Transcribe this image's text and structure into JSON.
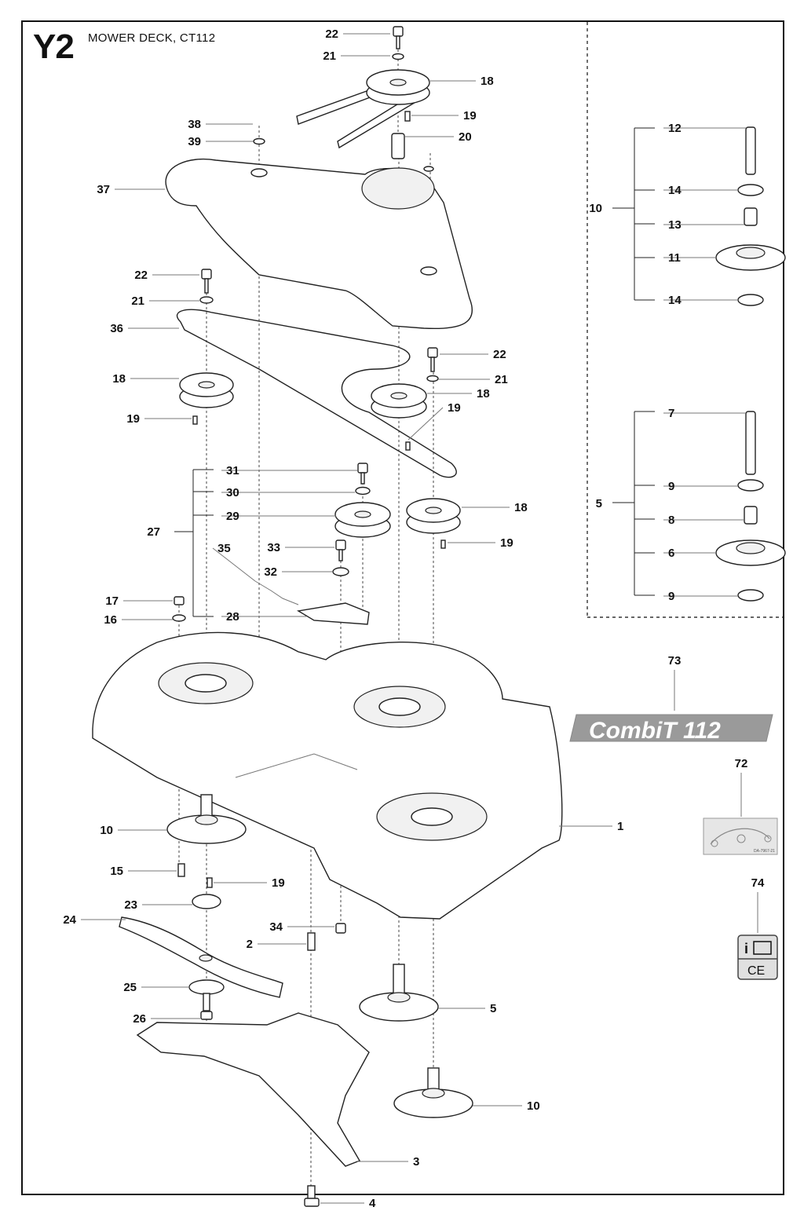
{
  "header": {
    "page_code": "Y2",
    "title": "MOWER DECK, CT112"
  },
  "badge": {
    "text": "CombiT 112"
  },
  "decal": {
    "code": "DA-7967-21"
  },
  "manual_icon": {
    "info_mark": "i",
    "ce_mark": "CE"
  },
  "callouts": [
    {
      "id": "c22a",
      "label": "22"
    },
    {
      "id": "c21a",
      "label": "21"
    },
    {
      "id": "c18a",
      "label": "18"
    },
    {
      "id": "c19a",
      "label": "19"
    },
    {
      "id": "c20",
      "label": "20"
    },
    {
      "id": "c38",
      "label": "38"
    },
    {
      "id": "c39",
      "label": "39"
    },
    {
      "id": "c37",
      "label": "37"
    },
    {
      "id": "c22b",
      "label": "22"
    },
    {
      "id": "c21b",
      "label": "21"
    },
    {
      "id": "c36",
      "label": "36"
    },
    {
      "id": "c22c",
      "label": "22"
    },
    {
      "id": "c21c",
      "label": "21"
    },
    {
      "id": "c18b",
      "label": "18"
    },
    {
      "id": "c18c",
      "label": "18"
    },
    {
      "id": "c19b",
      "label": "19"
    },
    {
      "id": "c19c",
      "label": "19"
    },
    {
      "id": "c31",
      "label": "31"
    },
    {
      "id": "c30",
      "label": "30"
    },
    {
      "id": "c29",
      "label": "29"
    },
    {
      "id": "c27",
      "label": "27"
    },
    {
      "id": "c18d",
      "label": "18"
    },
    {
      "id": "c19d",
      "label": "19"
    },
    {
      "id": "c33",
      "label": "33"
    },
    {
      "id": "c35",
      "label": "35"
    },
    {
      "id": "c32",
      "label": "32"
    },
    {
      "id": "c17",
      "label": "17"
    },
    {
      "id": "c16",
      "label": "16"
    },
    {
      "id": "c28",
      "label": "28"
    },
    {
      "id": "c12",
      "label": "12"
    },
    {
      "id": "c10a",
      "label": "10"
    },
    {
      "id": "c14a",
      "label": "14"
    },
    {
      "id": "c13",
      "label": "13"
    },
    {
      "id": "c11",
      "label": "11"
    },
    {
      "id": "c14b",
      "label": "14"
    },
    {
      "id": "c7",
      "label": "7"
    },
    {
      "id": "c5a",
      "label": "5"
    },
    {
      "id": "c9a",
      "label": "9"
    },
    {
      "id": "c8",
      "label": "8"
    },
    {
      "id": "c6",
      "label": "6"
    },
    {
      "id": "c9b",
      "label": "9"
    },
    {
      "id": "c73",
      "label": "73"
    },
    {
      "id": "c72",
      "label": "72"
    },
    {
      "id": "c74",
      "label": "74"
    },
    {
      "id": "c1",
      "label": "1"
    },
    {
      "id": "c10b",
      "label": "10"
    },
    {
      "id": "c15",
      "label": "15"
    },
    {
      "id": "c19e",
      "label": "19"
    },
    {
      "id": "c23",
      "label": "23"
    },
    {
      "id": "c24",
      "label": "24"
    },
    {
      "id": "c34",
      "label": "34"
    },
    {
      "id": "c2",
      "label": "2"
    },
    {
      "id": "c25",
      "label": "25"
    },
    {
      "id": "c5b",
      "label": "5"
    },
    {
      "id": "c26",
      "label": "26"
    },
    {
      "id": "c10c",
      "label": "10"
    },
    {
      "id": "c3",
      "label": "3"
    },
    {
      "id": "c4",
      "label": "4"
    }
  ]
}
